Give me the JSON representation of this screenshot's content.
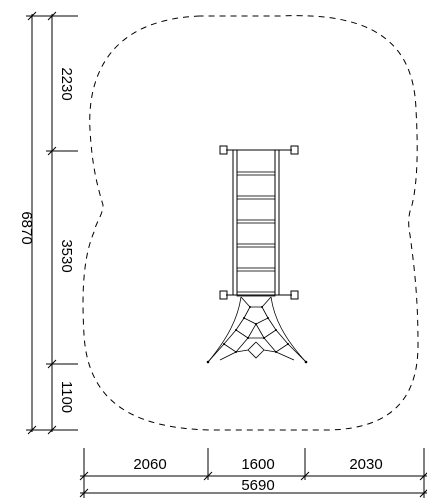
{
  "dimensions": {
    "vertical_total": "6870",
    "vertical_top": "2230",
    "vertical_middle": "3530",
    "vertical_bottom": "1100",
    "horizontal_left": "2060",
    "horizontal_middle": "1600",
    "horizontal_right": "2030",
    "horizontal_total": "5690"
  }
}
